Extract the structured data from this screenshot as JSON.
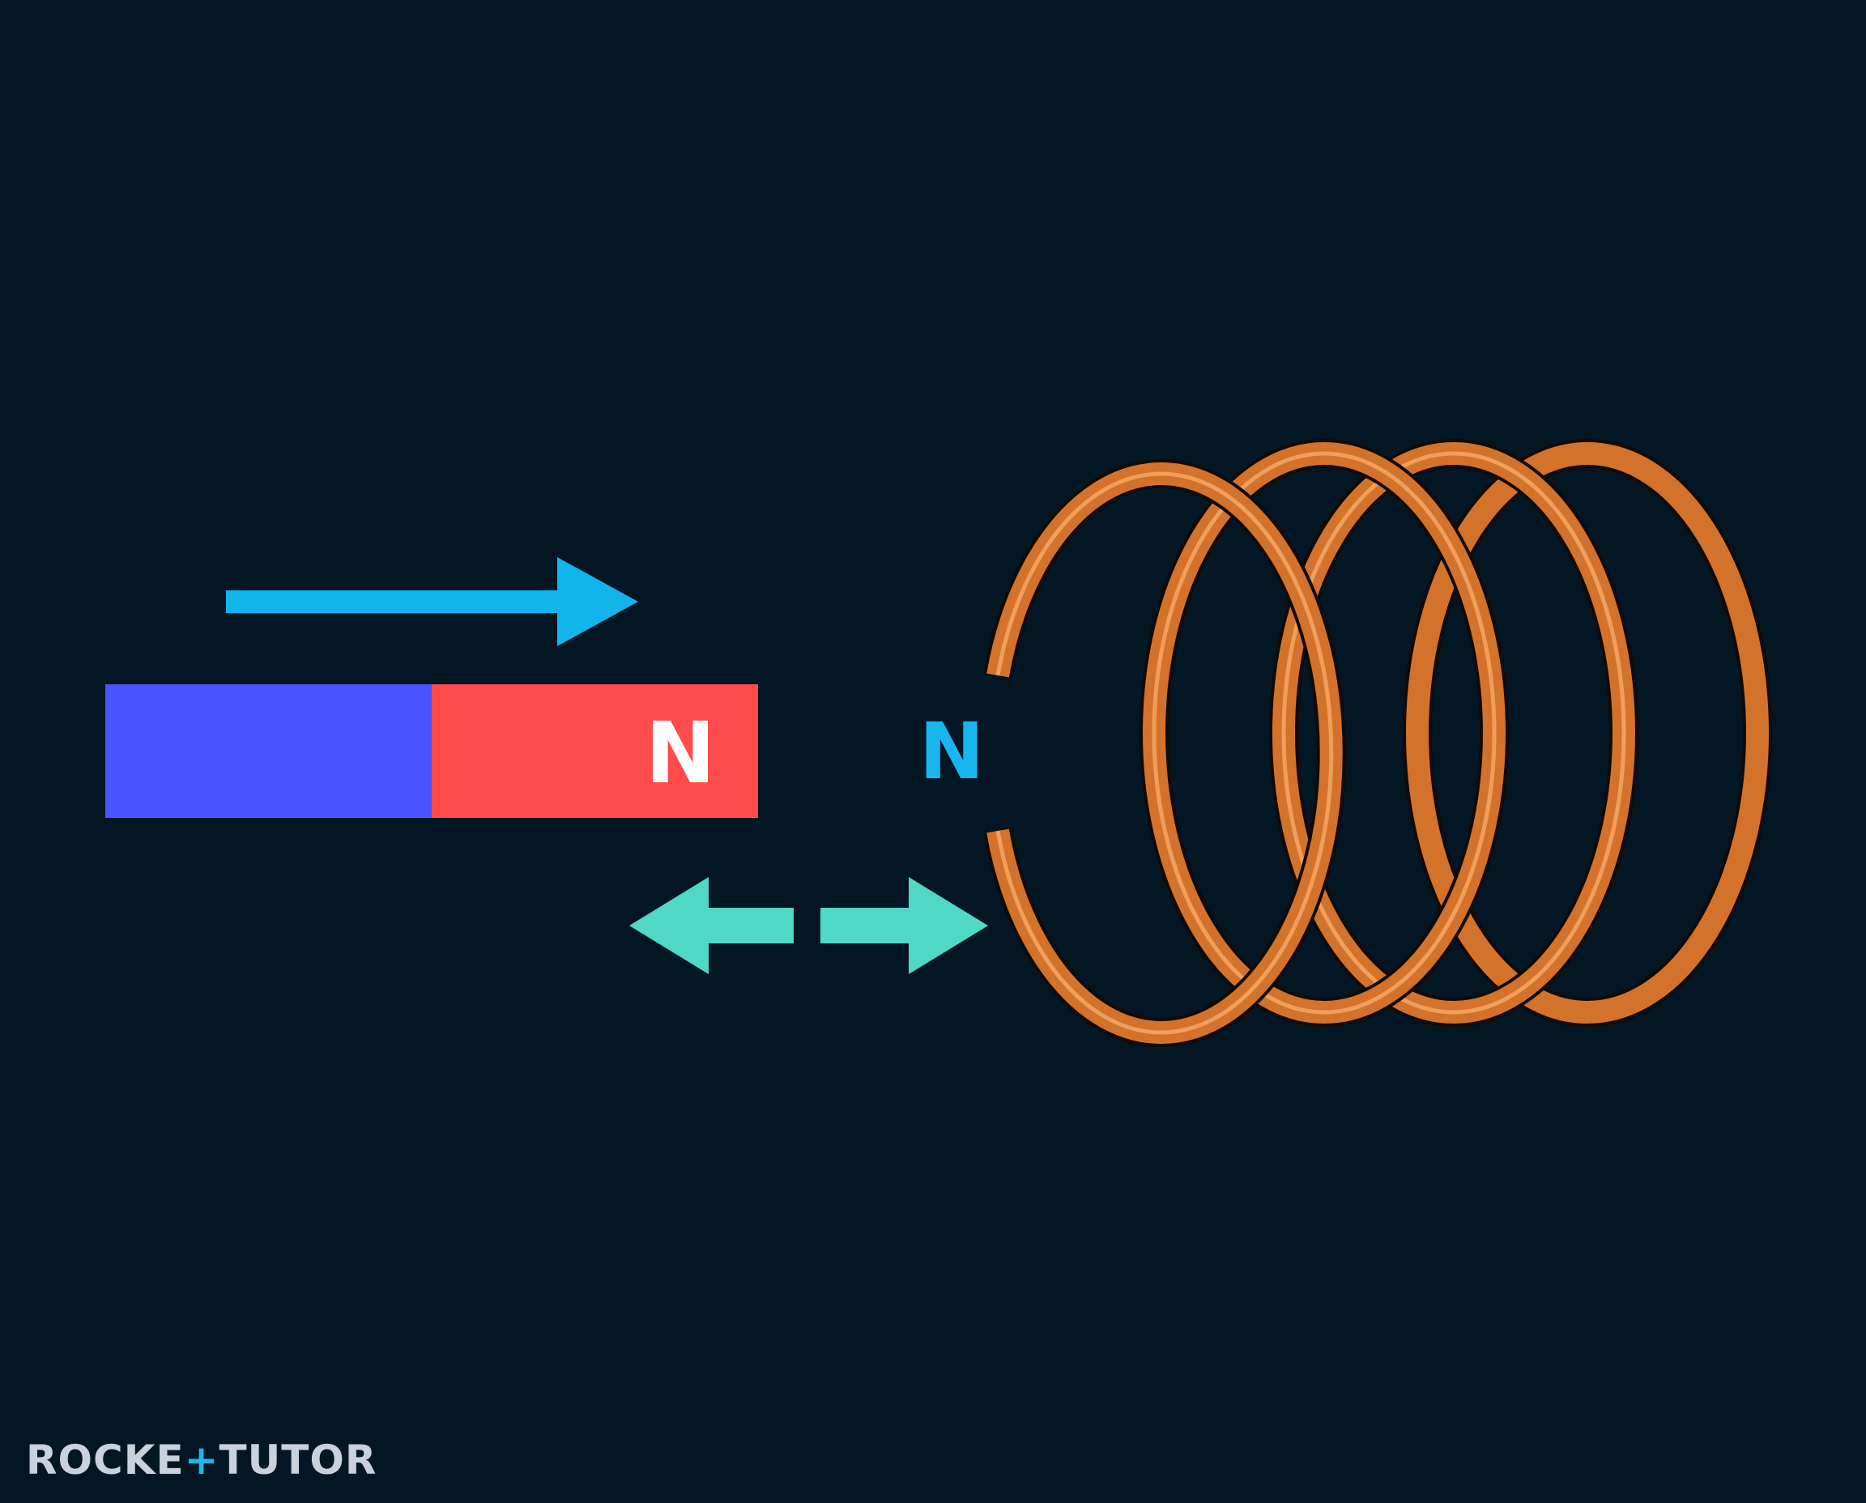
{
  "diagram": {
    "magnet": {
      "north_label": "N",
      "south_color": "#4a55ff",
      "north_color": "#ff4b4b",
      "label_color": "#ffffff"
    },
    "motion_arrow": {
      "direction": "right",
      "color": "#13b4ec"
    },
    "coil": {
      "induced_pole_label": "N",
      "label_color": "#17b6ef",
      "wire_color": "#d3732b",
      "highlight_color": "#f3a463",
      "outline_color": "#120a06",
      "turns": 4
    },
    "repulsion_arrows": {
      "meaning": "repulsion",
      "color": "#4fd8c6"
    }
  },
  "logo": {
    "part_one": "ROCKE",
    "part_two": "TUTO",
    "part_three": "R",
    "text_color": "#c8d2dc",
    "accent_color": "#23b4e8"
  }
}
